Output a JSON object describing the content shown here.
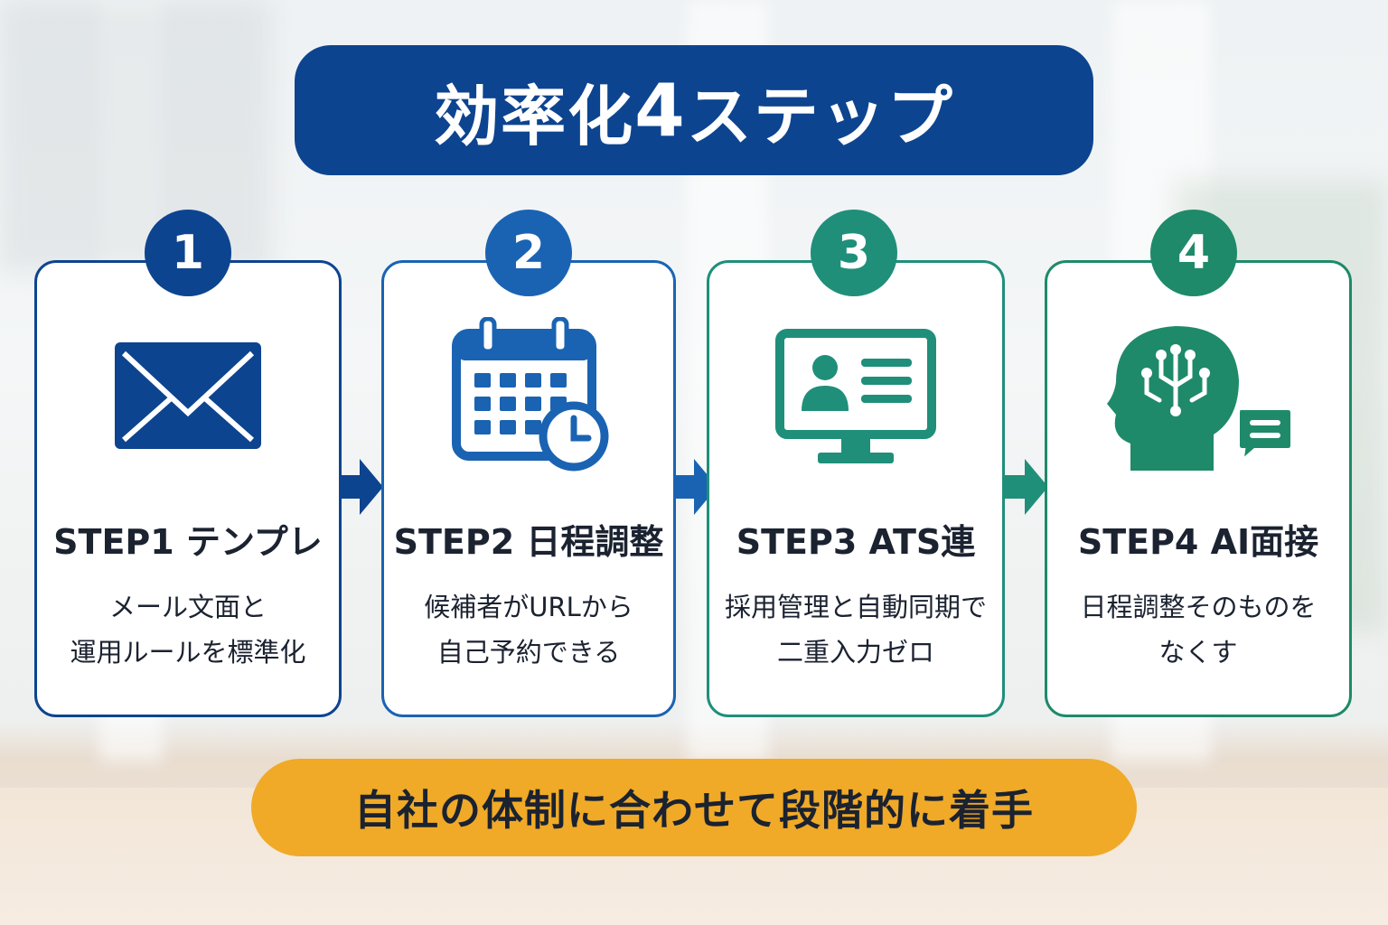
{
  "title": {
    "main": "効率化",
    "num": "4",
    "suffix": "ステップ"
  },
  "colors": {
    "navy": "#0d4490",
    "blue": "#1a63b3",
    "teal": "#1f8f7a",
    "green": "#1e8a6a",
    "orange": "#f0aa27"
  },
  "steps": [
    {
      "number": "1",
      "title": "STEP1 テンプレ",
      "desc1": "メール文面と",
      "desc2": "運用ルールを標準化",
      "icon": "envelope-icon"
    },
    {
      "number": "2",
      "title": "STEP2 日程調整",
      "desc1": "候補者がURLから",
      "desc2": "自己予約できる",
      "icon": "calendar-clock-icon"
    },
    {
      "number": "3",
      "title": "STEP3 ATS連",
      "desc1": "採用管理と自動同期で",
      "desc2": "二重入力ゼロ",
      "icon": "monitor-profile-icon"
    },
    {
      "number": "4",
      "title": "STEP4 AI面接",
      "desc1": "日程調整そのものを",
      "desc2": "なくす",
      "icon": "ai-head-chat-icon"
    }
  ],
  "footer": "自社の体制に合わせて段階的に着手"
}
